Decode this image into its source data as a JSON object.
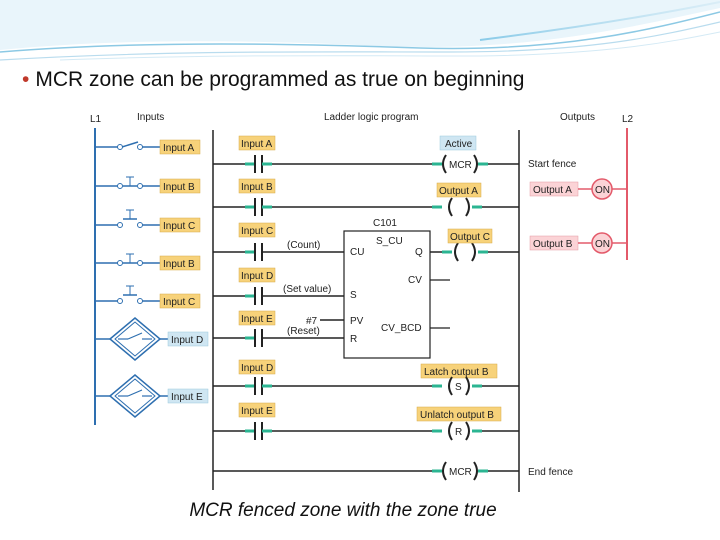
{
  "title": "Master Control Relay Instruction",
  "bullet": "MCR zone can be programmed as true on beginning",
  "caption": "MCR fenced zone with the zone true",
  "colors": {
    "tag_fill": "#f7d27a",
    "active_fill": "#cfe6f2",
    "output_fill": "#fbd3d6",
    "rail_red": "#e35a6a",
    "contact_teal": "#2bb592",
    "wire_blue": "#2e6fb0"
  },
  "diagram": {
    "l1": "L1",
    "inputs": "Inputs",
    "ladder_title": "Ladder logic program",
    "outputs": "Outputs",
    "l2": "L2",
    "field_inputs": [
      "Input A",
      "Input B",
      "Input C",
      "Input B",
      "Input C",
      "Input D",
      "Input E"
    ],
    "contacts": {
      "a": "Input A",
      "b": "Input B",
      "c": "Input C",
      "d": "Input D",
      "e": "Input E",
      "d2": "Input D",
      "e2": "Input E"
    },
    "active": "Active",
    "mcr_top": "MCR",
    "start_fence": "Start fence",
    "output_a_coil": "Output A",
    "output_a": "Output A",
    "on_a": "ON",
    "output_c_coil": "Output C",
    "output_b": "Output B",
    "on_b": "ON",
    "counter": {
      "name": "C101",
      "type": "S_CU",
      "cu": "CU",
      "q": "Q",
      "cv": "CV",
      "s": "S",
      "pv": "PV",
      "cv_bcd": "CV_BCD",
      "r": "R"
    },
    "count": "(Count)",
    "set_value": "(Set value)",
    "preset": "#7",
    "reset": "(Reset)",
    "latch_label": "Latch output B",
    "latch_coil": "S",
    "unlatch_label": "Unlatch output B",
    "unlatch_coil": "R",
    "mcr_bottom": "MCR",
    "end_fence": "End fence"
  }
}
